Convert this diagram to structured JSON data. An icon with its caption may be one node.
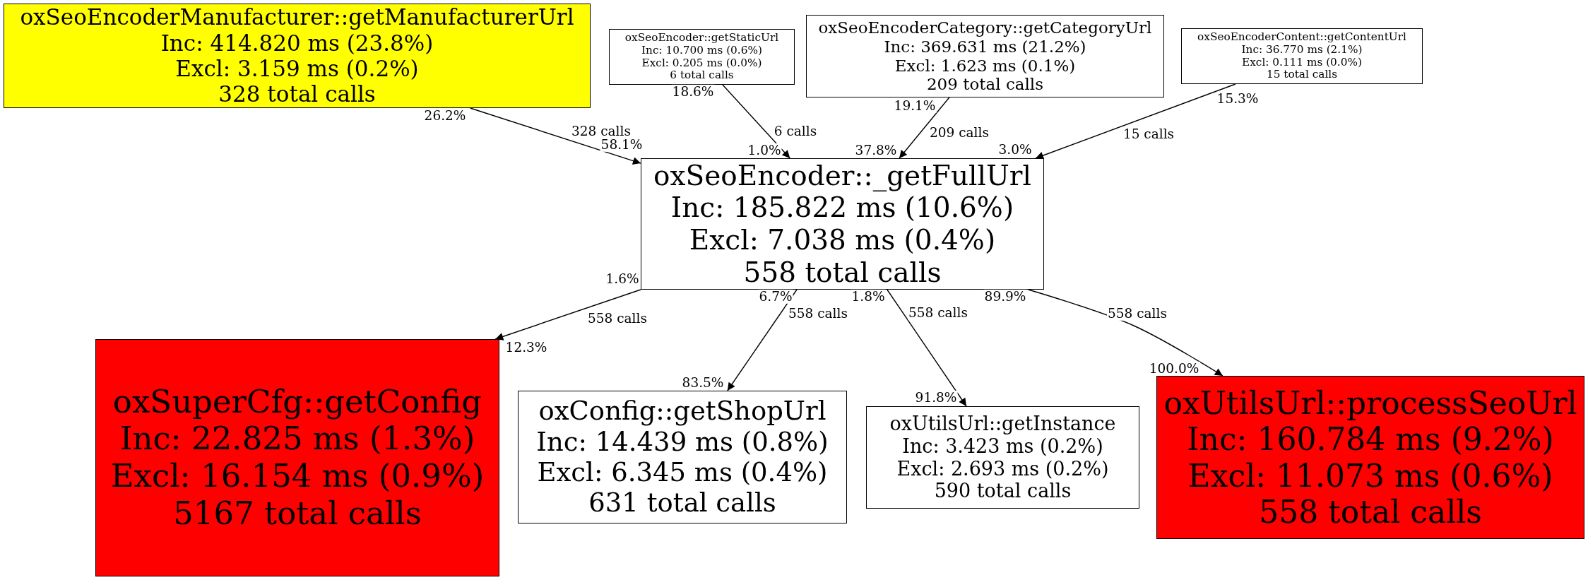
{
  "diagram": {
    "nodes": [
      {
        "text": [
          "oxSeoEncoderManufacturer::getManufacturerUrl",
          "Inc: 414.820 ms (23.8%)",
          "Excl: 3.159 ms (0.2%)",
          "328 total calls"
        ]
      },
      {
        "text": [
          "oxSeoEncoder::getStaticUrl",
          "Inc: 10.700 ms (0.6%)",
          "Excl: 0.205 ms (0.0%)",
          "6 total calls"
        ]
      },
      {
        "text": [
          "oxSeoEncoderCategory::getCategoryUrl",
          "Inc: 369.631 ms (21.2%)",
          "Excl: 1.623 ms (0.1%)",
          "209 total calls"
        ]
      },
      {
        "text": [
          "oxSeoEncoderContent::getContentUrl",
          "Inc: 36.770 ms (2.1%)",
          "Excl: 0.111 ms (0.0%)",
          "15 total calls"
        ]
      },
      {
        "text": [
          "oxSeoEncoder::_getFullUrl",
          "Inc: 185.822 ms (10.6%)",
          "Excl: 7.038 ms (0.4%)",
          "558 total calls"
        ]
      },
      {
        "text": [
          "oxSuperCfg::getConfig",
          "Inc: 22.825 ms (1.3%)",
          "Excl: 16.154 ms (0.9%)",
          "5167 total calls"
        ]
      },
      {
        "text": [
          "oxConfig::getShopUrl",
          "Inc: 14.439 ms (0.8%)",
          "Excl: 6.345 ms (0.4%)",
          "631 total calls"
        ]
      },
      {
        "text": [
          "oxUtilsUrl::getInstance",
          "Inc: 3.423 ms (0.2%)",
          "Excl: 2.693 ms (0.2%)",
          "590 total calls"
        ]
      },
      {
        "text": [
          "oxUtilsUrl::processSeoUrl",
          "Inc: 160.784 ms (9.2%)",
          "Excl: 11.073 ms (0.6%)",
          "558 total calls"
        ]
      }
    ],
    "edges": [
      {
        "from": 0,
        "to": 4,
        "arrow": "to",
        "label": "328 calls"
      },
      {
        "from": 1,
        "to": 4,
        "arrow": "to",
        "label": "6 calls"
      },
      {
        "from": 2,
        "to": 4,
        "arrow": "to",
        "label": "209 calls"
      },
      {
        "from": 3,
        "to": 4,
        "arrow": "to",
        "label": "15 calls"
      },
      {
        "from": 4,
        "to": 5,
        "arrow": "to",
        "label": "558 calls"
      },
      {
        "from": 4,
        "to": 6,
        "arrow": "to",
        "label": "558 calls"
      },
      {
        "from": 4,
        "to": 7,
        "arrow": "to",
        "label": "558 calls"
      },
      {
        "from": 4,
        "to": 8,
        "arrow": "to",
        "label": "558 calls"
      }
    ],
    "labels": [
      "18.6%",
      "15.3%",
      "19.1%",
      "26.2%",
      "58.1%",
      "1.0%",
      "37.8%",
      "3.0%",
      "1.6%",
      "6.7%",
      "1.8%",
      "89.9%",
      "12.3%",
      "100.0%",
      "83.5%",
      "91.8%"
    ]
  }
}
